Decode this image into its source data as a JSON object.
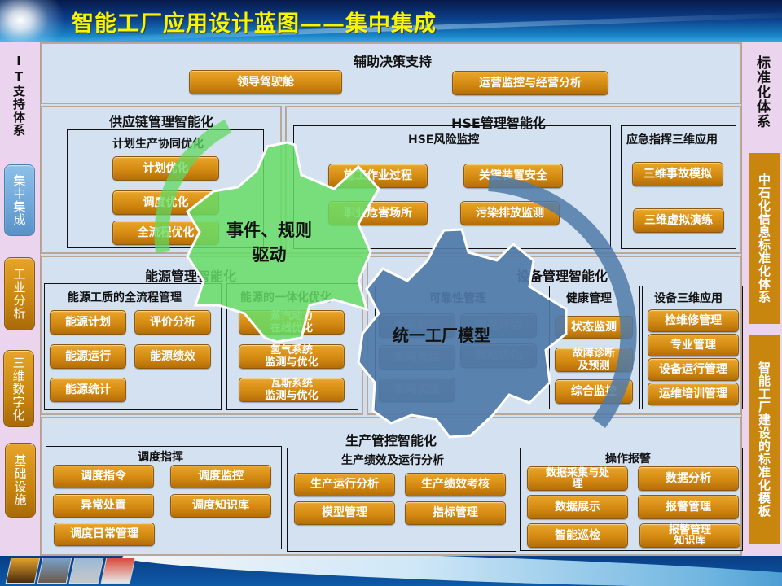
{
  "header": {
    "title": "智能工厂应用设计蓝图——集中集成"
  },
  "left_rail": {
    "title": "IT支持体系",
    "items": [
      {
        "label": "集中集成",
        "color": "#6ea6d8"
      },
      {
        "label": "工业分析",
        "color": "#c8850e"
      },
      {
        "label": "三维数字化",
        "color": "#c8850e"
      },
      {
        "label": "基础设施",
        "color": "#c8850e"
      }
    ]
  },
  "right_rail": {
    "title": "标准化体系",
    "items": [
      {
        "label": "中石化信息标准化体系"
      },
      {
        "label": "智能工厂建设的标准化模板"
      }
    ]
  },
  "decision_support": {
    "title": "辅助决策支持",
    "buttons": [
      "领导驾驶舱",
      "运营监控与经营分析"
    ]
  },
  "supply_chain": {
    "title": "供应链管理智能化",
    "box_title": "计划生产协同优化",
    "buttons": [
      "计划优化",
      "调度优化",
      "全流程优化"
    ]
  },
  "hse": {
    "title": "HSE管理智能化",
    "risk_box": {
      "title": "HSE风险监控",
      "buttons": [
        "施工作业过程",
        "关键装置安全",
        "职业危害场所",
        "污染排放监测"
      ]
    },
    "emergency_box": {
      "title": "应急指挥三维应用",
      "buttons": [
        "三维事故模拟",
        "三维虚拟演练"
      ]
    }
  },
  "energy": {
    "title": "能源管理智能化",
    "process_box": {
      "title": "能源工质的全流程管理",
      "buttons": [
        "能源计划",
        "评价分析",
        "能源运行",
        "能源绩效",
        "能源统计"
      ]
    },
    "integration_box": {
      "title": "能源的一体化优化",
      "buttons": [
        "蒸汽动力\n在线优化",
        "氢气系统\n监测与优化",
        "瓦斯系统\n监测与优化"
      ]
    }
  },
  "equipment": {
    "title": "设备管理智能化",
    "reliability_box": {
      "title": "可靠性管理",
      "buttons": [
        "策略制定",
        "策略评估",
        "策略管理",
        "策略优化",
        "策略实施"
      ]
    },
    "health_box": {
      "title": "健康管理",
      "buttons": [
        "状态监测",
        "故障诊断\n及预测",
        "综合监控"
      ]
    },
    "threed_box": {
      "title": "设备三维应用",
      "buttons": [
        "检维修管理",
        "专业管理",
        "设备运行管理",
        "运维培训管理"
      ]
    }
  },
  "production": {
    "title": "生产管控智能化",
    "dispatch_box": {
      "title": "调度指挥",
      "buttons": [
        "调度指令",
        "调度监控",
        "异常处置",
        "调度知识库",
        "调度日常管理"
      ]
    },
    "performance_box": {
      "title": "生产绩效及运行分析",
      "buttons": [
        "生产运行分析",
        "生产绩效考核",
        "模型管理",
        "指标管理"
      ]
    },
    "alarm_box": {
      "title": "操作报警",
      "buttons": [
        "数据采集与处\n理",
        "数据分析",
        "数据展示",
        "报警管理",
        "智能巡检",
        "报警管理\n知识库"
      ]
    }
  },
  "overlays": {
    "green_gear": {
      "label_line1": "事件、规则",
      "label_line2": "驱动",
      "color": "#66dd66"
    },
    "blue_gear": {
      "label": "统一工厂模型",
      "color": "#4f7aa8"
    }
  },
  "colors": {
    "button": "#d48a12",
    "panel": "#d3e1f1",
    "rail": "#ebd4ee",
    "title": "#f6f600"
  }
}
